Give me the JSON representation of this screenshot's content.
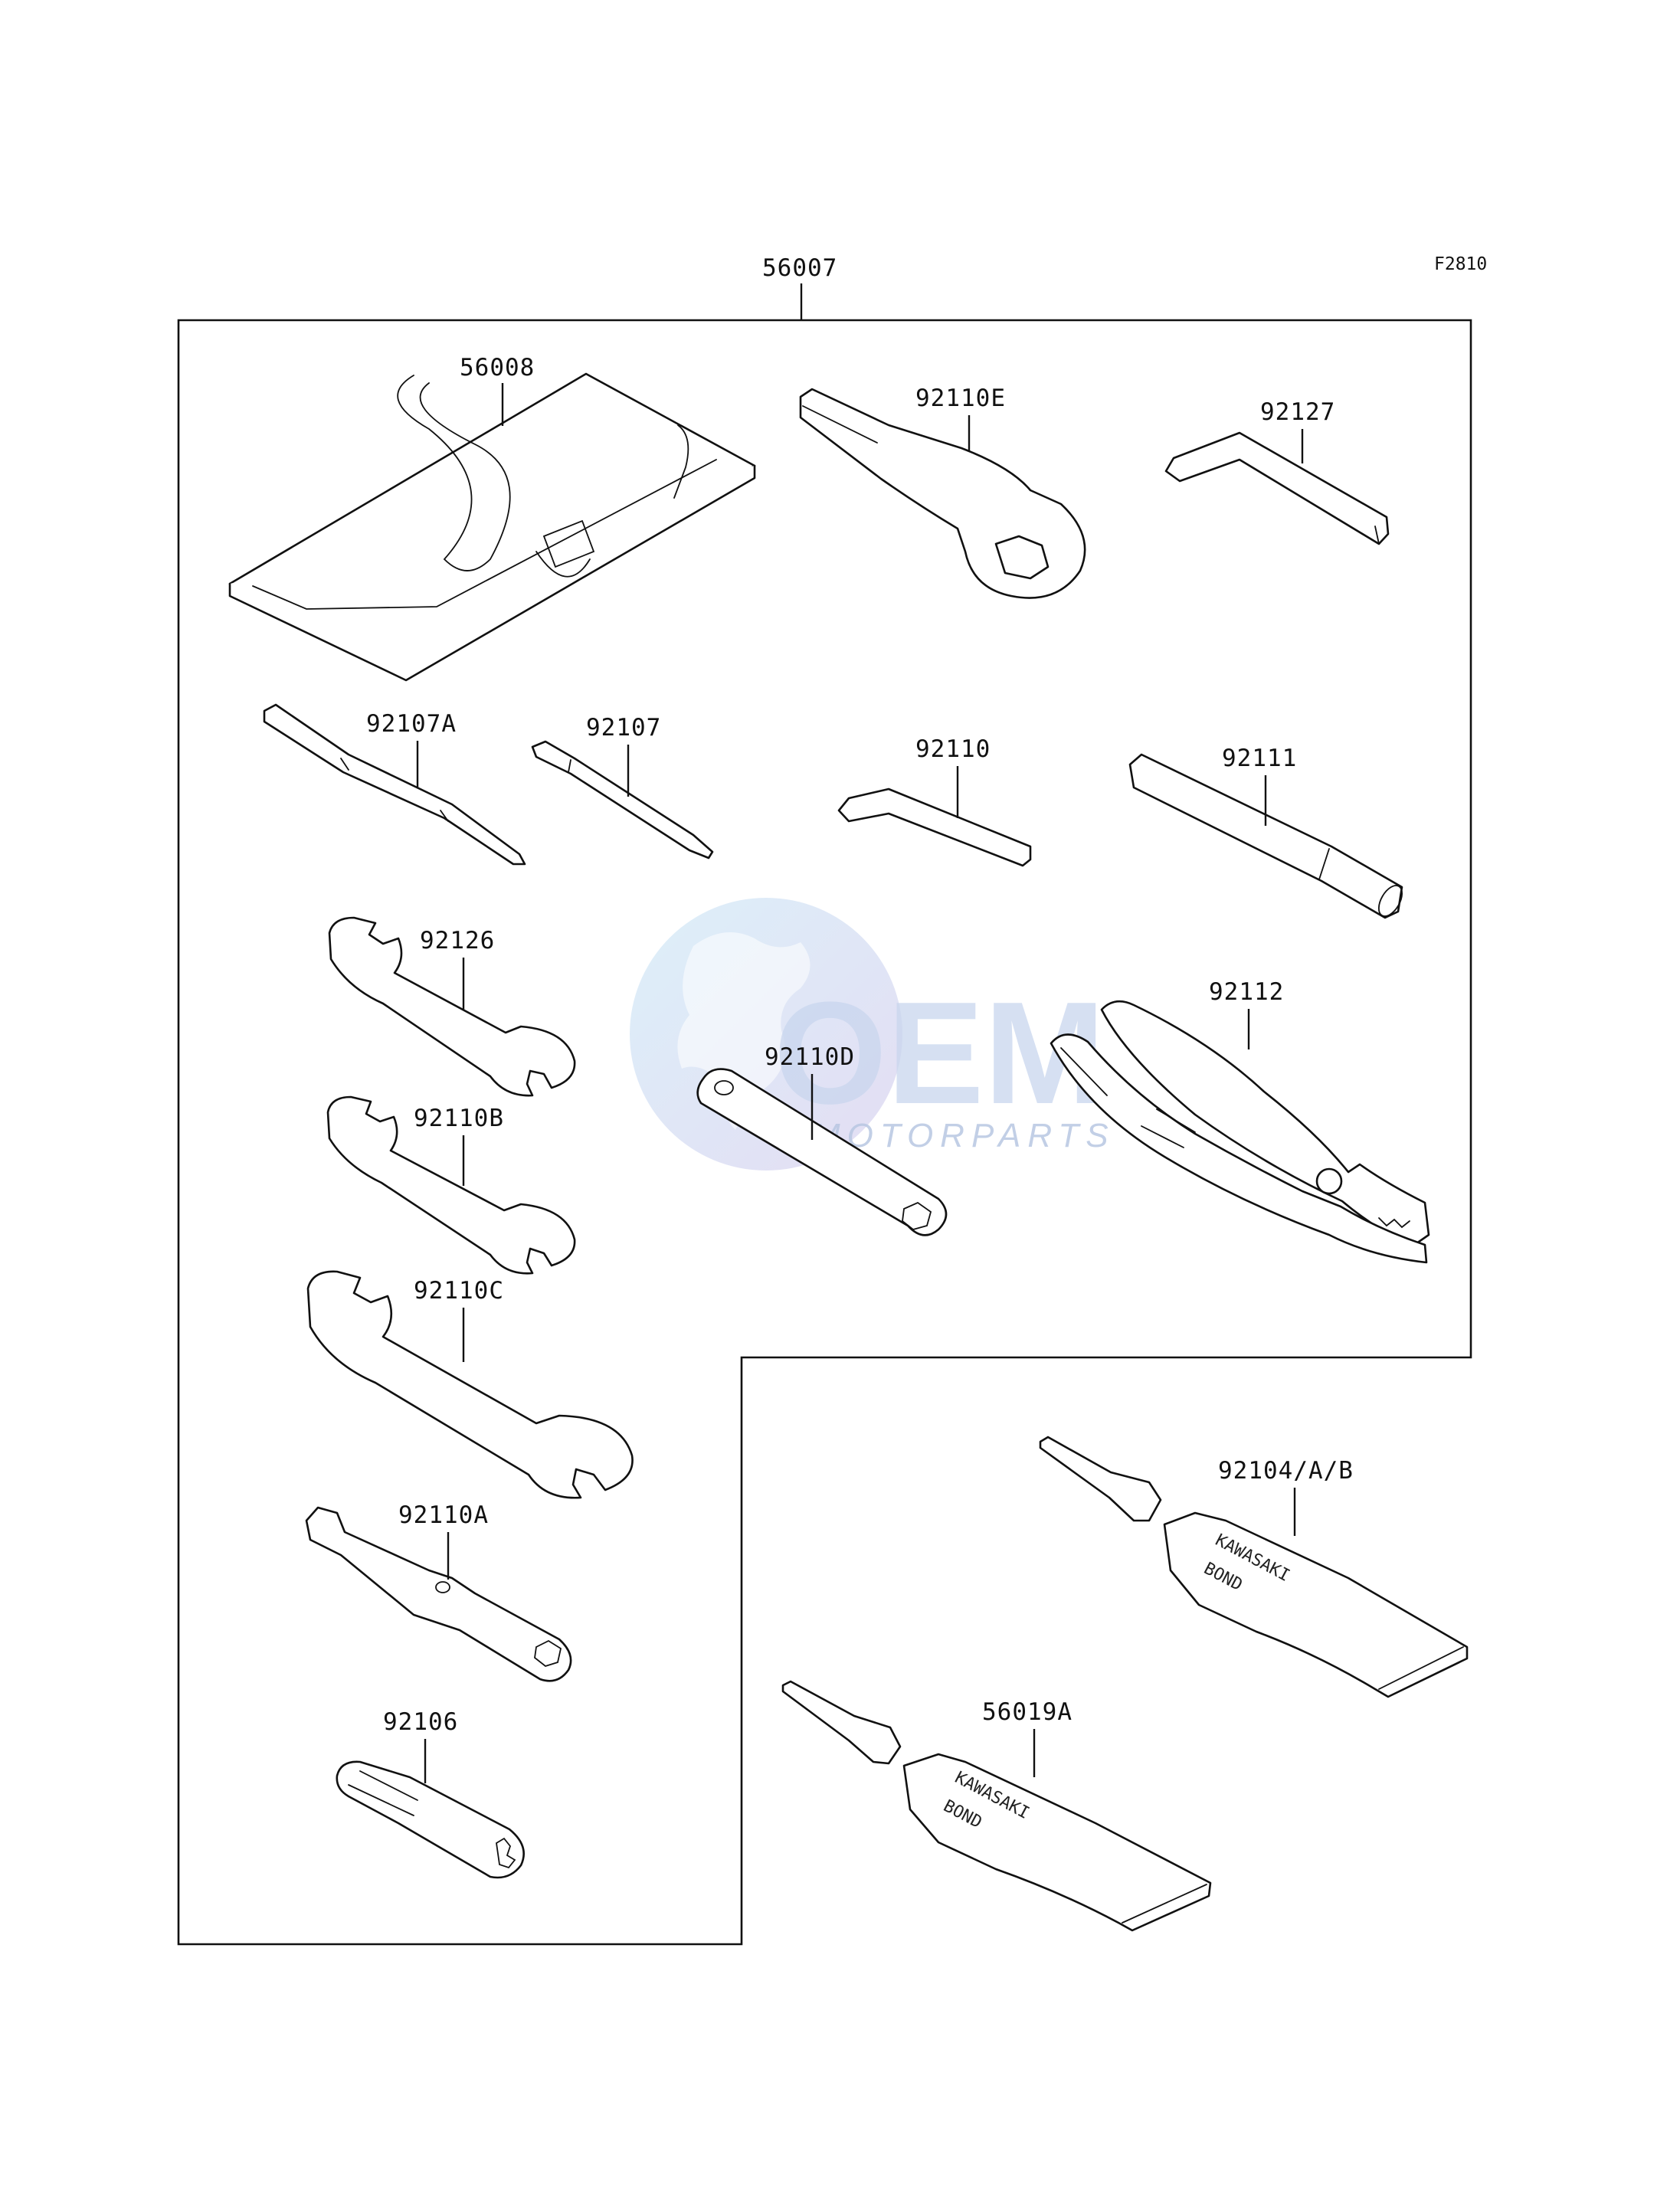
{
  "figure_code": "F2810",
  "watermark": {
    "big": "OEM",
    "small": "MOTORPARTS"
  },
  "kit": {
    "part_no": "56007"
  },
  "parts": [
    {
      "id": "56008"
    },
    {
      "id": "92110E"
    },
    {
      "id": "92127"
    },
    {
      "id": "92107A"
    },
    {
      "id": "92107"
    },
    {
      "id": "92110"
    },
    {
      "id": "92111"
    },
    {
      "id": "92126"
    },
    {
      "id": "92110D"
    },
    {
      "id": "92112"
    },
    {
      "id": "92110B"
    },
    {
      "id": "92110C"
    },
    {
      "id": "92110A"
    },
    {
      "id": "92106"
    },
    {
      "id": "92104/A/B"
    },
    {
      "id": "56019A"
    }
  ],
  "tube_print": {
    "line1": "KAWASAKI",
    "line2": "BOND"
  },
  "colors": {
    "ink": "#111111",
    "watermark": "#c9d6ee",
    "background": "#ffffff"
  }
}
